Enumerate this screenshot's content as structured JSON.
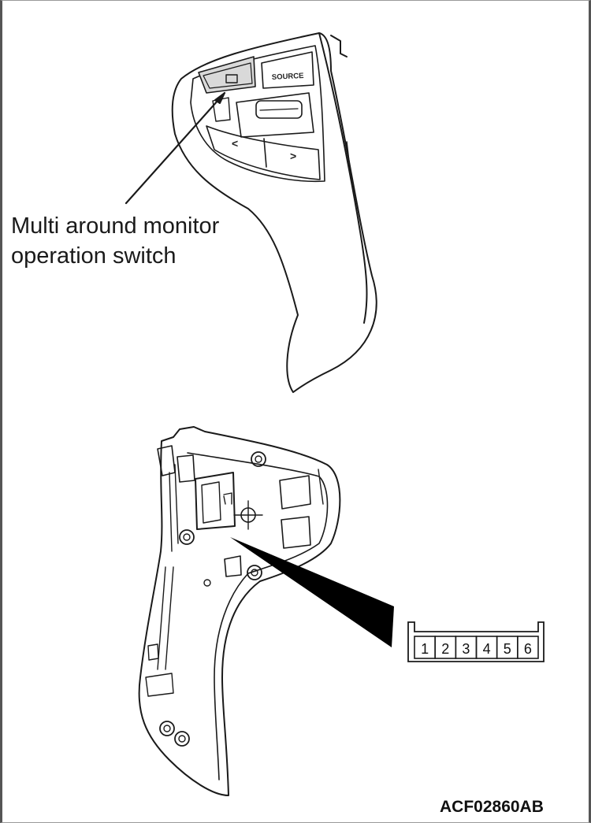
{
  "callout": {
    "line1": "Multi around monitor",
    "line2": "operation switch"
  },
  "switch_panel": {
    "source_label": "SOURCE",
    "left_arrow": "<",
    "right_arrow": ">"
  },
  "connector": {
    "pins": [
      "1",
      "2",
      "3",
      "4",
      "5",
      "6"
    ]
  },
  "figure_code": "ACF02860AB"
}
